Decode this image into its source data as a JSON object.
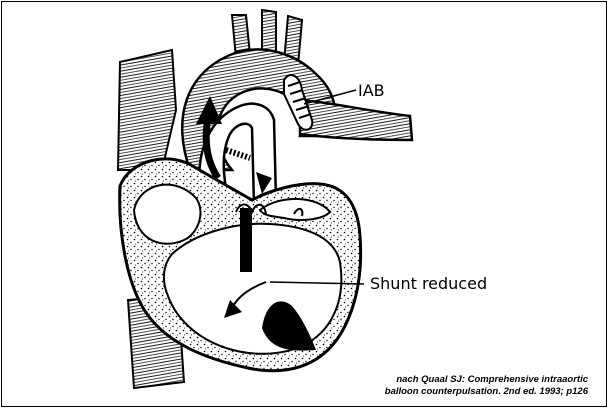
{
  "labels": {
    "iab": "IAB",
    "shunt": "Shunt reduced"
  },
  "citation": {
    "line1": "nach Quaal SJ: Comprehensive intraaortic",
    "line2": "balloon counterpulsation. 2nd ed. 1993; p126"
  },
  "colors": {
    "ink": "#000000",
    "paper": "#ffffff"
  }
}
